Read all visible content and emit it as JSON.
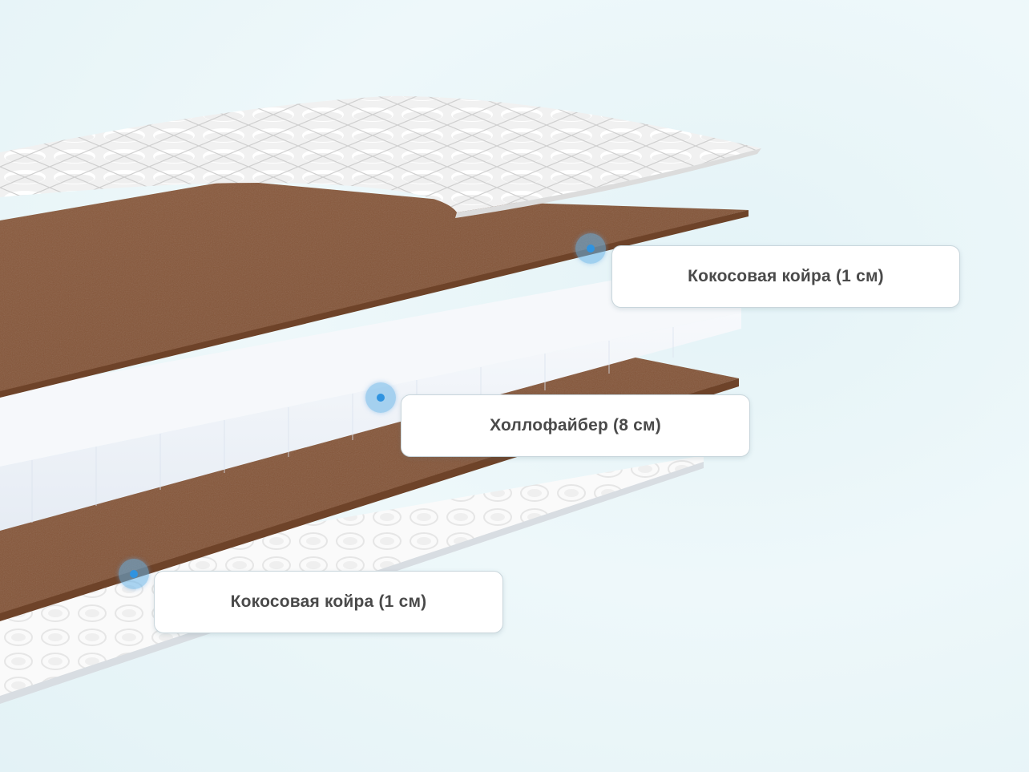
{
  "callouts": [
    {
      "label": "Кокосовая койра (1 см)"
    },
    {
      "label": "Холлофайбер (8 см)"
    },
    {
      "label": "Кокосовая койра (1 см)"
    }
  ],
  "colors": {
    "background": "#e6f4f7",
    "coir": "#8b5a3c",
    "hollofiber": "#f3f6fa",
    "cover": "#f4f4f4",
    "marker": "#2f93e0"
  }
}
